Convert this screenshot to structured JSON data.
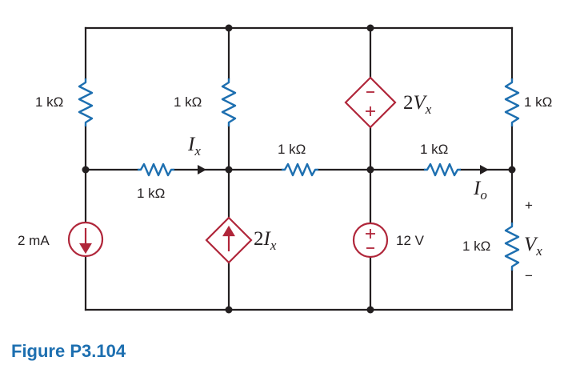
{
  "figure_caption": "Figure P3.104",
  "labels": {
    "r_top_left": "1 kΩ",
    "r_top_mid": "1 kΩ",
    "r_top_right": "1 kΩ",
    "r_horiz_left": "1 kΩ",
    "r_horiz_mid": "1 kΩ",
    "r_horiz_right": "1 kΩ",
    "r_bottom_right": "1 kΩ",
    "current_source": "2 mA",
    "voltage_source": "12 V",
    "plus": "+",
    "minus": "−"
  },
  "variables": {
    "ix_main": "I",
    "ix_sub": "x",
    "io_main": "I",
    "io_sub": "o",
    "vx_main": "V",
    "vx_sub": "x",
    "dep_current_coeff": "2",
    "dep_current_main": "I",
    "dep_current_sub": "x",
    "dep_voltage_coeff": "2",
    "dep_voltage_main": "V",
    "dep_voltage_sub": "x"
  },
  "colors": {
    "wire": "#231f20",
    "resistor": "#1d6fb0",
    "source": "#b0263a",
    "caption": "#1d6fb0"
  }
}
